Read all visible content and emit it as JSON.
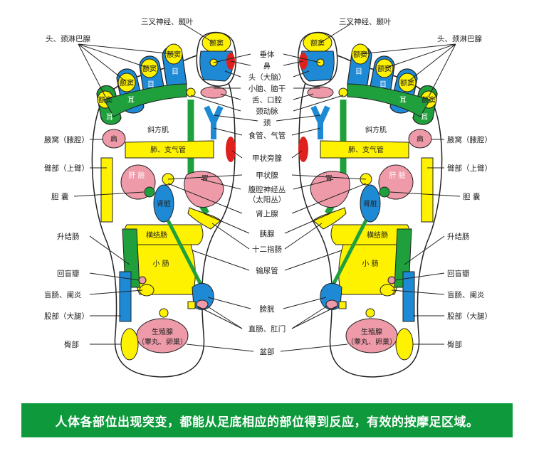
{
  "colors": {
    "yellow": "#fff200",
    "blue": "#1e8ad6",
    "green": "#1fa03c",
    "pink": "#ee9aa8",
    "red": "#e0201c",
    "banner": "#0e9a3c"
  },
  "labels": {
    "trigeminal_temple": "三叉神经、颞叶",
    "head_neck_lymph": "头、颈淋巴腺",
    "pituitary": "垂体",
    "nose": "鼻",
    "head_brain": "头（大脑）",
    "cerebellum_brainstem": "小脑、脑干",
    "tongue_mouth": "舌、口腔",
    "carotid": "颈动脉",
    "neck": "颈",
    "esophagus_trachea": "食管、气管",
    "parathyroid": "甲状旁腺",
    "thyroid": "甲状腺",
    "celiac_plexus_1": "腹腔神经丛",
    "celiac_plexus_2": "（太阳丛）",
    "adrenal": "肾上腺",
    "pancreas": "胰腺",
    "duodenum": "十二指肠",
    "ureter": "输尿管",
    "bladder": "膀胱",
    "rectum_anus": "直肠、肛门",
    "pelvis": "盆部",
    "axilla": "腋窝（腋腔）",
    "upper_arm": "臂部（上臂）",
    "gallbladder": "胆 囊",
    "ascending_colon": "升结肠",
    "ileocecal_valve": "回盲瓣",
    "cecum_appendix": "盲肠、阑炎",
    "thigh": "股部（大腿）",
    "buttock": "臀部"
  },
  "zones": {
    "sinus": "额窦",
    "eye": "目",
    "ear": "耳",
    "trapezius": "斜方肌",
    "shoulder": "肩",
    "lung_bronchus": "肺、支气管",
    "liver": "肝 脏",
    "stomach": "胃",
    "kidney": "肾脏",
    "transverse_colon": "横结肠",
    "small_intestine": "小 肠",
    "gonad_1": "生殖腺",
    "gonad_2": "（睾丸、卵巢）"
  },
  "banner": "人体各部位出现突变，都能从足底相应的部位得到反应，有效的按摩足区域。"
}
